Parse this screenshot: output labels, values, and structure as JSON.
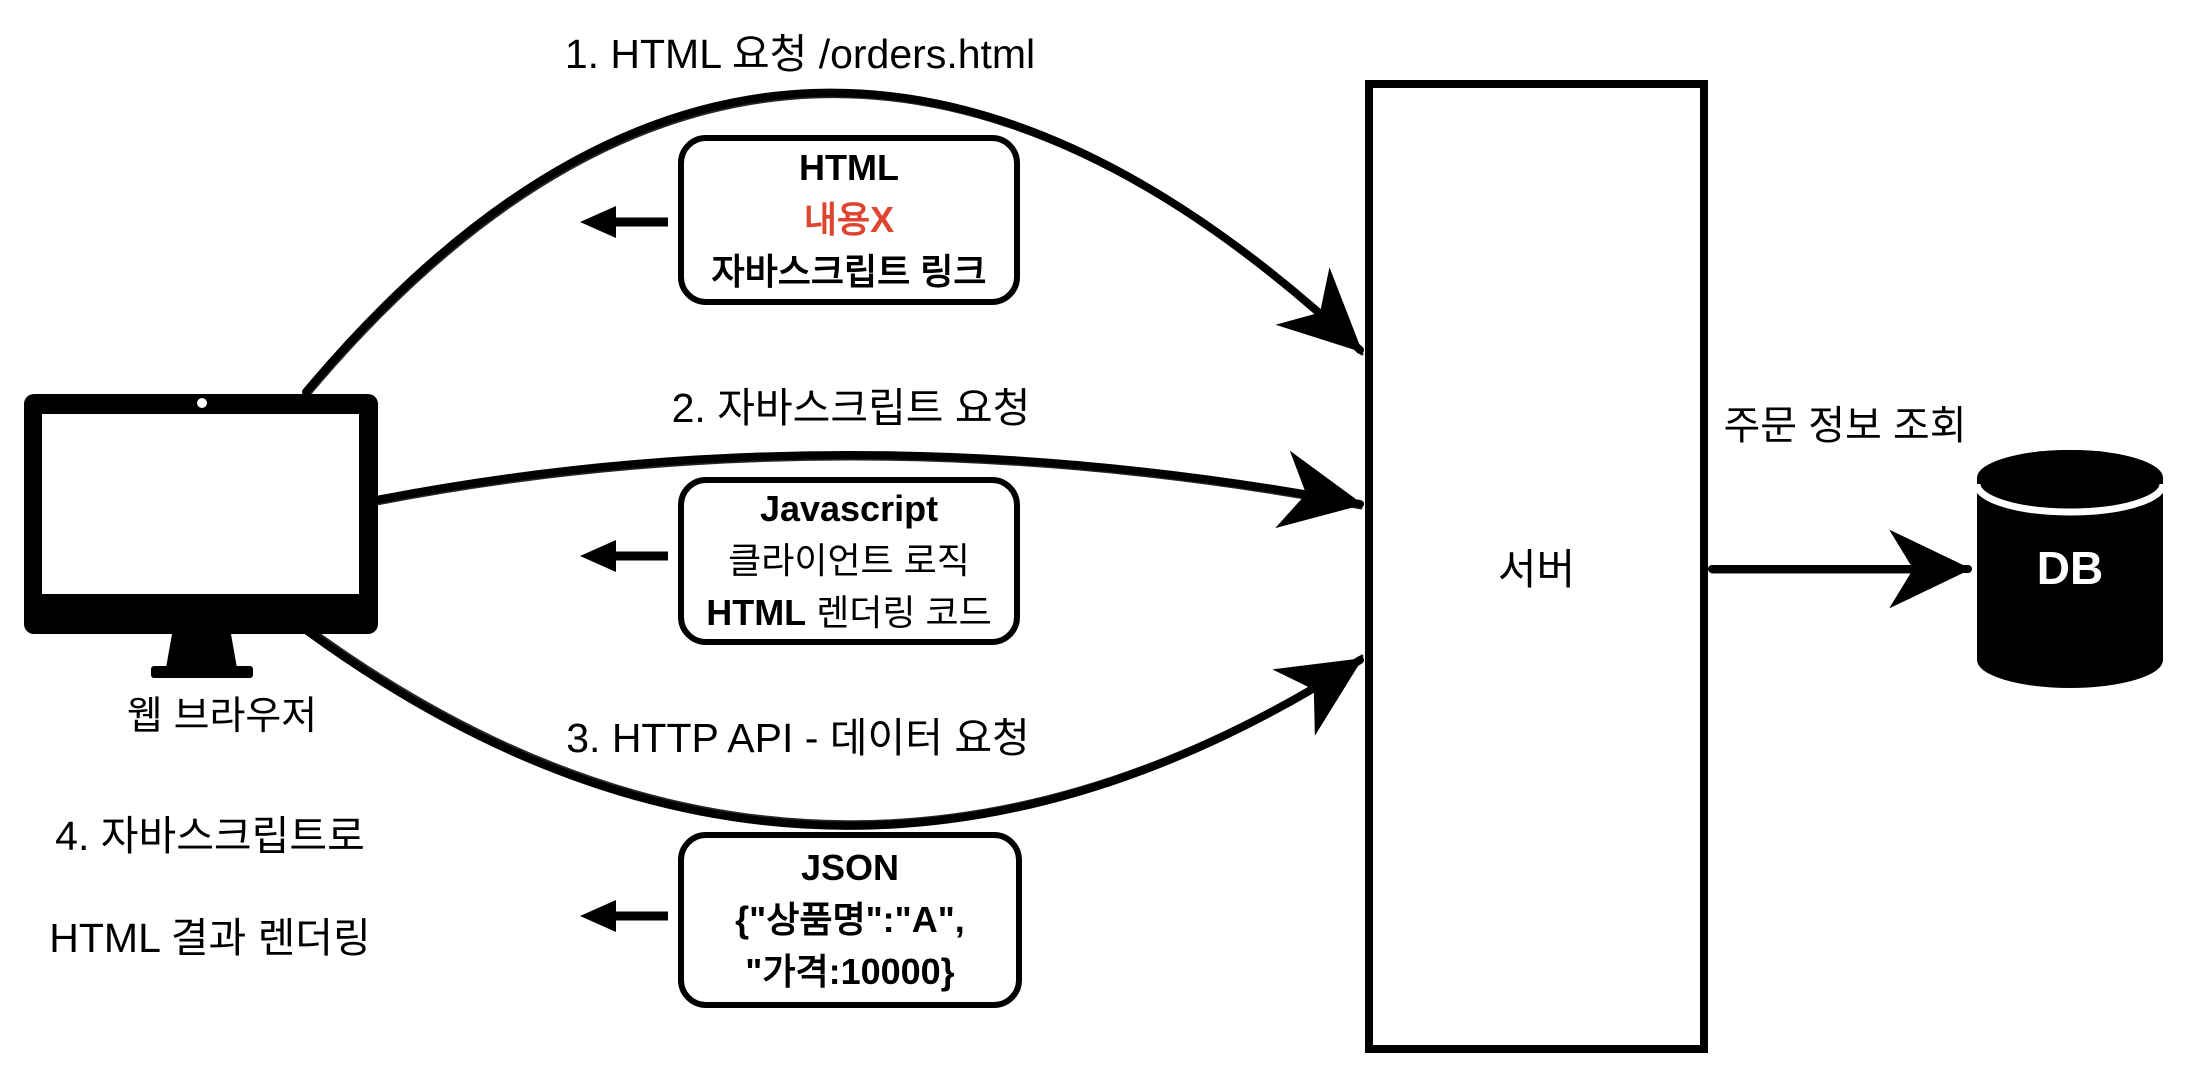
{
  "colors": {
    "ink": "#000000",
    "accent_red": "#dd4530",
    "background": "#ffffff"
  },
  "browser": {
    "icon": "desktop-monitor-icon",
    "label": "웹 브라우저",
    "note_line1": "4. 자바스크립트로",
    "note_line2": "HTML 결과 렌더링"
  },
  "server": {
    "label": "서버"
  },
  "database": {
    "icon": "database-cylinder-icon",
    "label": "DB",
    "query_label": "주문 정보 조회"
  },
  "requests": {
    "step1": "1. HTML 요청 /orders.html",
    "step2": "2. 자바스크립트 요청",
    "step3": "3. HTTP API -  데이터 요청"
  },
  "responses": {
    "html_box": {
      "line1": "HTML",
      "line2": "내용X",
      "line3": "자바스크립트 링크"
    },
    "js_box": {
      "line1": "Javascript",
      "line2": "클라이언트 로직",
      "line3_bold": "HTML",
      "line3_rest": "렌더링 코드"
    },
    "json_box": {
      "line1": "JSON",
      "line2": "{\"상품명\":\"A\",",
      "line3": "\"가격:10000}"
    }
  }
}
